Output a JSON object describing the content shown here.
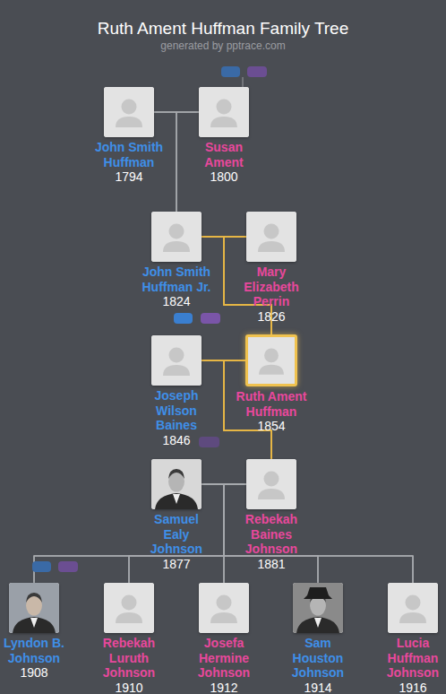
{
  "diagram": {
    "title": "Ruth Ament Huffman Family Tree",
    "nodes": [
      {
        "text": [
          "John Smith Huffman",
          "1794"
        ]
      },
      {
        "text": [
          "Susan Ament",
          "1800"
        ]
      },
      {
        "text": [
          "John Smith Huffman Jr.",
          "1824"
        ]
      },
      {
        "text": [
          "Mary Elizabeth Perrin",
          "1826"
        ]
      },
      {
        "text": [
          "Joseph Wilson Baines",
          "1846"
        ]
      },
      {
        "text": [
          "Ruth Ament Huffman",
          "1854"
        ]
      },
      {
        "text": [
          "Samuel Ealy Johnson",
          "1877"
        ]
      },
      {
        "text": [
          "Rebekah Baines Johnson",
          "1881"
        ]
      },
      {
        "text": [
          "Lyndon B. Johnson",
          "1908"
        ]
      },
      {
        "text": [
          "Rebekah Luruth Johnson",
          "1910"
        ]
      },
      {
        "text": [
          "Josefa Hermine Johnson",
          "1912"
        ]
      },
      {
        "text": [
          "Sam Houston Johnson",
          "1914"
        ]
      },
      {
        "text": [
          "Lucia Huffman Johnson",
          "1916"
        ]
      }
    ],
    "edges": [
      {
        "from": 0,
        "to": 1,
        "arrow": "none"
      },
      {
        "from": 2,
        "to": 3,
        "arrow": "none"
      },
      {
        "from": 4,
        "to": 5,
        "arrow": "none"
      },
      {
        "from": 6,
        "to": 7,
        "arrow": "none"
      },
      {
        "from": 0,
        "to": 2,
        "arrow": "none"
      },
      {
        "from": 1,
        "to": 2,
        "arrow": "none"
      },
      {
        "from": 2,
        "to": 5,
        "arrow": "none"
      },
      {
        "from": 3,
        "to": 5,
        "arrow": "none"
      },
      {
        "from": 4,
        "to": 7,
        "arrow": "none"
      },
      {
        "from": 5,
        "to": 7,
        "arrow": "none"
      },
      {
        "from": 6,
        "to": 8,
        "arrow": "none"
      },
      {
        "from": 7,
        "to": 8,
        "arrow": "none"
      },
      {
        "from": 6,
        "to": 9,
        "arrow": "none"
      },
      {
        "from": 7,
        "to": 9,
        "arrow": "none"
      },
      {
        "from": 6,
        "to": 10,
        "arrow": "none"
      },
      {
        "from": 7,
        "to": 10,
        "arrow": "none"
      },
      {
        "from": 6,
        "to": 11,
        "arrow": "none"
      },
      {
        "from": 7,
        "to": 11,
        "arrow": "none"
      },
      {
        "from": 6,
        "to": 12,
        "arrow": "none"
      },
      {
        "from": 7,
        "to": 12,
        "arrow": "none"
      }
    ],
    "labels": [
      "generated by pptrace.com"
    ]
  }
}
